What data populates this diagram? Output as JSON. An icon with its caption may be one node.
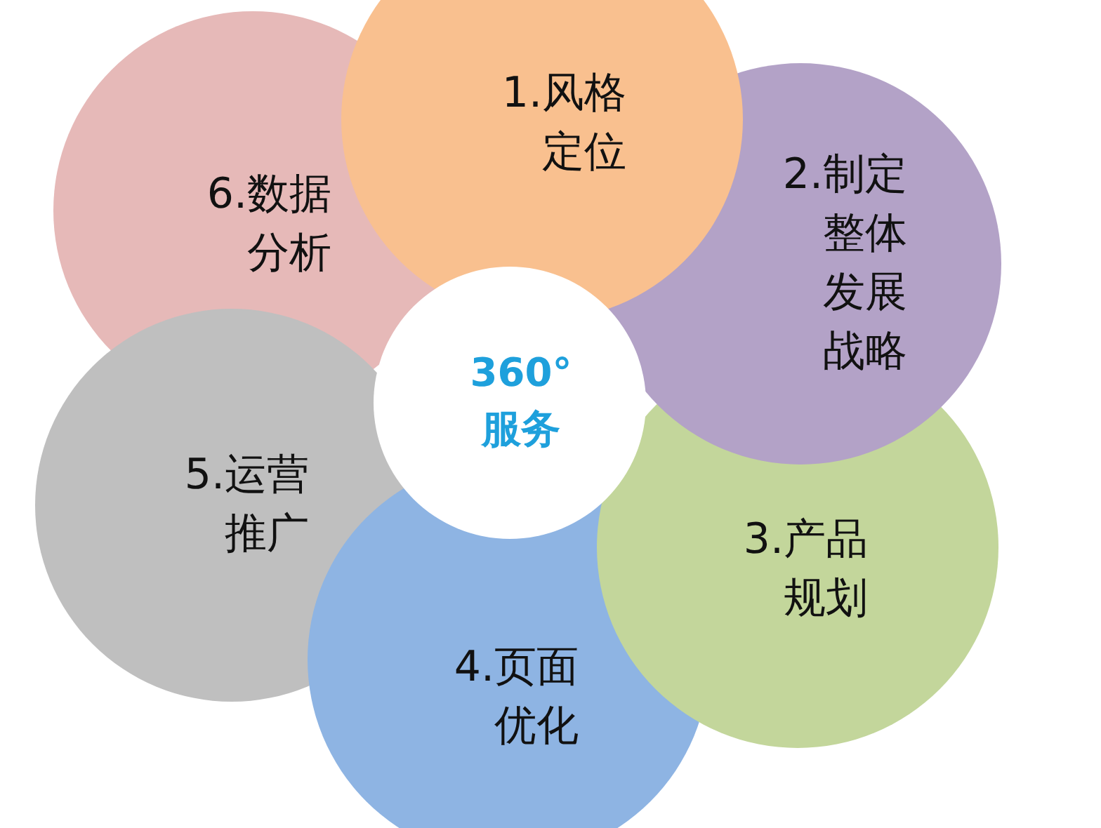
{
  "diagram": {
    "nodes": [
      {
        "text": [
          "1.风格定位"
        ]
      },
      {
        "text": [
          "2.制定整体发展战略"
        ]
      },
      {
        "text": [
          "3.产品规划"
        ]
      },
      {
        "text": [
          "4.页面优化"
        ]
      },
      {
        "text": [
          "5.运营推广"
        ]
      },
      {
        "text": [
          "6.数据分析"
        ]
      },
      {
        "text": [
          "360°服务"
        ]
      }
    ]
  }
}
